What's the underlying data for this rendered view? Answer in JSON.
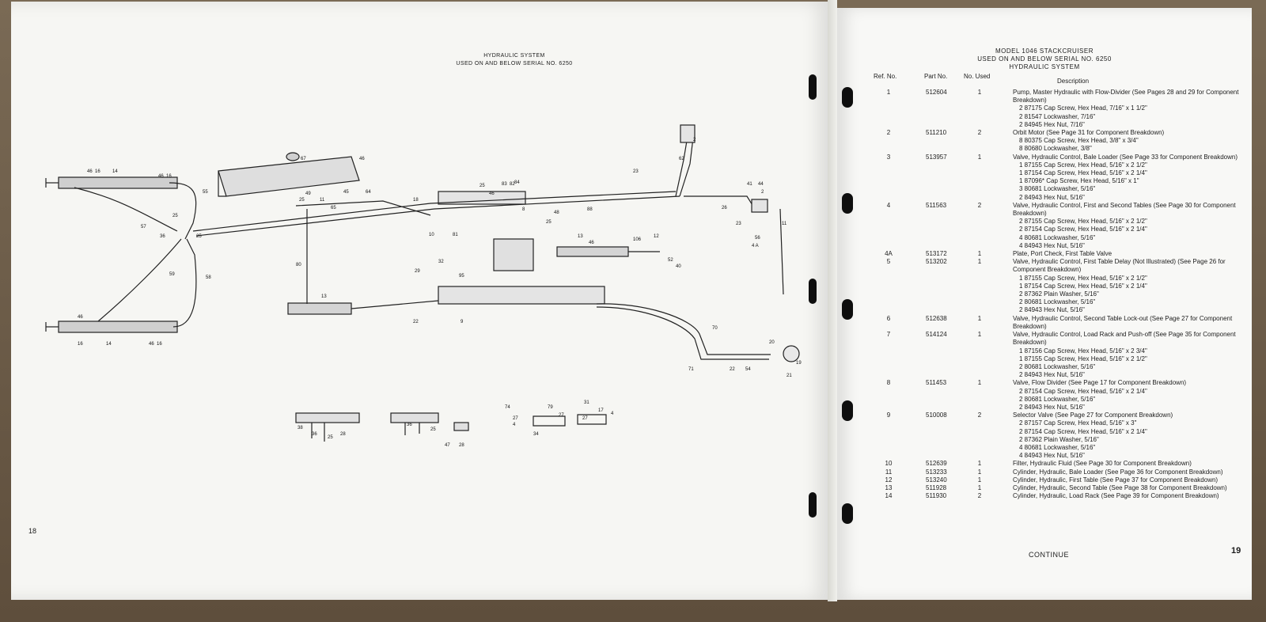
{
  "left_page": {
    "title_line1": "HYDRAULIC SYSTEM",
    "title_line2": "USED ON AND BELOW SERIAL NO. 6250",
    "page_number": "18",
    "callouts": {
      "pump_top": [
        "2",
        "62",
        "23",
        "41",
        "44",
        "2",
        "26",
        "23",
        "11",
        "56",
        "4 A"
      ],
      "tank": [
        "67",
        "46",
        "49",
        "25",
        "11",
        "45",
        "64",
        "65"
      ],
      "left_top_cyl": [
        "46",
        "16",
        "14",
        "46",
        "16",
        "55",
        "25",
        "57",
        "36",
        "25"
      ],
      "left_bottom_cyl": [
        "46",
        "16",
        "14",
        "46",
        "16",
        "59",
        "58"
      ],
      "center": [
        "25",
        "46",
        "83",
        "82",
        "84",
        "18",
        "88",
        "8",
        "25",
        "48",
        "10",
        "81",
        "32",
        "13",
        "46",
        "106",
        "12",
        "52",
        "40",
        "29",
        "95",
        "80",
        "13",
        "22",
        "9",
        "70",
        "71",
        "22",
        "54",
        "20",
        "19",
        "21"
      ],
      "details": [
        "38",
        "36",
        "25",
        "28",
        "36",
        "25",
        "47",
        "28",
        "74",
        "79",
        "27",
        "27",
        "34",
        "4",
        "31",
        "27",
        "17",
        "4"
      ]
    }
  },
  "right_page": {
    "model_line": "MODEL 1046 STACKCRUISER",
    "serial_line": "USED ON AND BELOW SERIAL NO. 6250",
    "system_line": "HYDRAULIC SYSTEM",
    "headers": {
      "ref": "Ref. No.",
      "part": "Part No.",
      "used": "No. Used",
      "desc": "Description"
    },
    "parts": [
      {
        "ref": "1",
        "part": "512604",
        "used": "1",
        "desc": "Pump, Master Hydraulic with Flow-Divider (See Pages 28 and 29 for Component Breakdown)",
        "subs": [
          "2 87175 Cap Screw, Hex Head, 7/16\" x 1 1/2\"",
          "2 81547 Lockwasher, 7/16\"",
          "2 84945 Hex Nut, 7/16\""
        ]
      },
      {
        "ref": "2",
        "part": "511210",
        "used": "2",
        "desc": "Orbit Motor (See Page 31 for Component Breakdown)",
        "subs": [
          "8 80375 Cap Screw, Hex Head, 3/8\" x 3/4\"",
          "8 80680 Lockwasher, 3/8\""
        ]
      },
      {
        "ref": "3",
        "part": "513957",
        "used": "1",
        "desc": "Valve, Hydraulic Control, Bale Loader (See Page 33 for Component Breakdown)",
        "subs": [
          "1 87155 Cap Screw, Hex Head, 5/16\" x 2 1/2\"",
          "1 87154 Cap Screw, Hex Head, 5/16\" x 2 1/4\"",
          "1 87096* Cap Screw, Hex Head, 5/16\" x 1\"",
          "3 80681 Lockwasher, 5/16\"",
          "2 84943 Hex Nut, 5/16\""
        ]
      },
      {
        "ref": "4",
        "part": "511563",
        "used": "2",
        "desc": "Valve, Hydraulic Control, First and Second Tables (See Page 30 for Component Breakdown)",
        "subs": [
          "2 87155 Cap Screw, Hex Head, 5/16\" x 2 1/2\"",
          "2 87154 Cap Screw, Hex Head, 5/16\" x 2 1/4\"",
          "4 80681 Lockwasher, 5/16\"",
          "4 84943 Hex Nut, 5/16\""
        ]
      },
      {
        "ref": "4A",
        "part": "513172",
        "used": "1",
        "desc": "Plate, Port Check, First Table Valve",
        "subs": []
      },
      {
        "ref": "5",
        "part": "513202",
        "used": "1",
        "desc": "Valve, Hydraulic Control, First Table Delay (Not Illustrated) (See Page 26 for Component Breakdown)",
        "subs": [
          "1 87155 Cap Screw, Hex Head, 5/16\" x 2 1/2\"",
          "1 87154 Cap Screw, Hex Head, 5/16\" x 2 1/4\"",
          "2 87362 Plain Washer, 5/16\"",
          "2 80681 Lockwasher, 5/16\"",
          "2 84943 Hex Nut, 5/16\""
        ]
      },
      {
        "ref": "6",
        "part": "512638",
        "used": "1",
        "desc": "Valve, Hydraulic Control, Second Table Lock-out (See Page 27 for Component Breakdown)",
        "subs": []
      },
      {
        "ref": "7",
        "part": "514124",
        "used": "1",
        "desc": "Valve, Hydraulic Control, Load Rack and Push-off (See Page 35 for Component Breakdown)",
        "subs": [
          "1 87156 Cap Screw, Hex Head, 5/16\" x 2 3/4\"",
          "1 87155 Cap Screw, Hex Head, 5/16\" x 2 1/2\"",
          "2 80681 Lockwasher, 5/16\"",
          "2 84943 Hex Nut, 5/16\""
        ]
      },
      {
        "ref": "8",
        "part": "511453",
        "used": "1",
        "desc": "Valve, Flow Divider (See Page 17 for Component Breakdown)",
        "subs": [
          "2 87154 Cap Screw, Hex Head, 5/16\" x 2 1/4\"",
          "2 80681 Lockwasher, 5/16\"",
          "2 84943 Hex Nut, 5/16\""
        ]
      },
      {
        "ref": "9",
        "part": "510008",
        "used": "2",
        "desc": "Selector Valve (See Page 27 for Component Breakdown)",
        "subs": [
          "2 87157 Cap Screw, Hex Head, 5/16\" x 3\"",
          "2 87154 Cap Screw, Hex Head, 5/16\" x 2 1/4\"",
          "2 87362 Plain Washer, 5/16\"",
          "4 80681 Lockwasher, 5/16\"",
          "4 84943 Hex Nut, 5/16\""
        ]
      },
      {
        "ref": "10",
        "part": "512639",
        "used": "1",
        "desc": "Filter, Hydraulic Fluid (See Page 30 for Component Breakdown)",
        "subs": []
      },
      {
        "ref": "11",
        "part": "513233",
        "used": "1",
        "desc": "Cylinder, Hydraulic, Bale Loader (See Page 36 for Component Breakdown)",
        "subs": []
      },
      {
        "ref": "12",
        "part": "513240",
        "used": "1",
        "desc": "Cylinder, Hydraulic, First Table (See Page 37 for Component Breakdown)",
        "subs": []
      },
      {
        "ref": "13",
        "part": "511928",
        "used": "1",
        "desc": "Cylinder, Hydraulic, Second Table (See Page 38 for Component Breakdown)",
        "subs": []
      },
      {
        "ref": "14",
        "part": "511930",
        "used": "2",
        "desc": "Cylinder, Hydraulic, Load Rack (See Page 39 for Component Breakdown)",
        "subs": []
      }
    ],
    "continue_label": "CONTINUE",
    "page_number": "19"
  }
}
